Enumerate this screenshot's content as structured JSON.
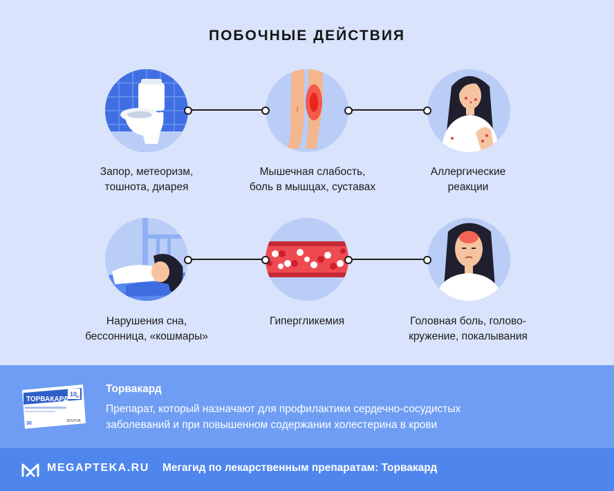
{
  "title": "ПОБОЧНЫЕ ДЕЙСТВИЯ",
  "effects": [
    {
      "line1": "Запор, метеоризм,",
      "line2": "тошнота, диарея",
      "icon": "toilet-icon"
    },
    {
      "line1": "Мышечная слабость,",
      "line2": "боль в мышцах, суставах",
      "icon": "legs-pain-icon"
    },
    {
      "line1": "Аллергические",
      "line2": "реакции",
      "icon": "allergy-woman-icon"
    },
    {
      "line1": "Нарушения сна,",
      "line2": "бессонница, «кошмары»",
      "icon": "sleeping-woman-icon"
    },
    {
      "line1": "Гипергликемия",
      "line2": "",
      "icon": "blood-vessel-icon"
    },
    {
      "line1": "Головная боль, голово-",
      "line2": "кружение, покалывания",
      "icon": "headache-woman-icon"
    }
  ],
  "drug": {
    "name": "Торвакард",
    "description_line1": "Препарат, который назначают для профилактики сердечно-сосудистых",
    "description_line2": "заболеваний и при повышенном содержании холестерина в крови",
    "pack_label": "ТОРВАКАРД",
    "pack_dose": "10",
    "pack_unit": "мг",
    "pack_count": "30",
    "pack_brand": "ZENTIVA"
  },
  "footer": {
    "logo": "MEGAPTEKA.RU",
    "text": "Мегагид по лекарственным препаратам: Торвакард"
  },
  "colors": {
    "background": "#d9e3fb",
    "circle": "#b9cdf7",
    "info_band": "#6e9df3",
    "footer_band": "#4f86ee"
  }
}
